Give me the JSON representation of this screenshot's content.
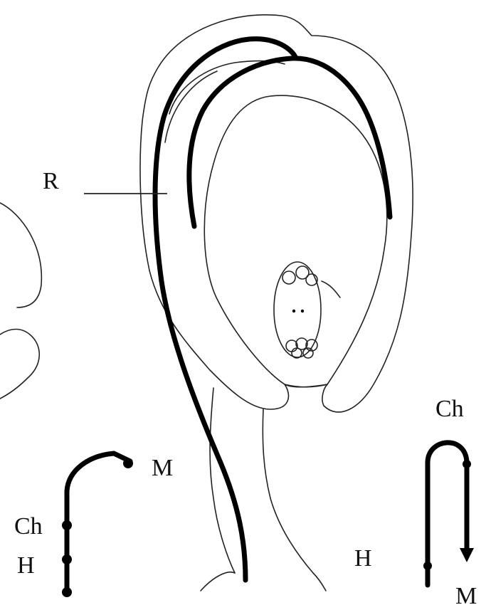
{
  "labels": {
    "raphe": "R",
    "left_micropyle": "M",
    "left_chalaza": "Ch",
    "left_hilum": "H",
    "right_chalaza": "Ch",
    "right_hilum": "H",
    "right_micropyle": "M"
  },
  "colors": {
    "line": "#000000",
    "background": "#ffffff"
  }
}
